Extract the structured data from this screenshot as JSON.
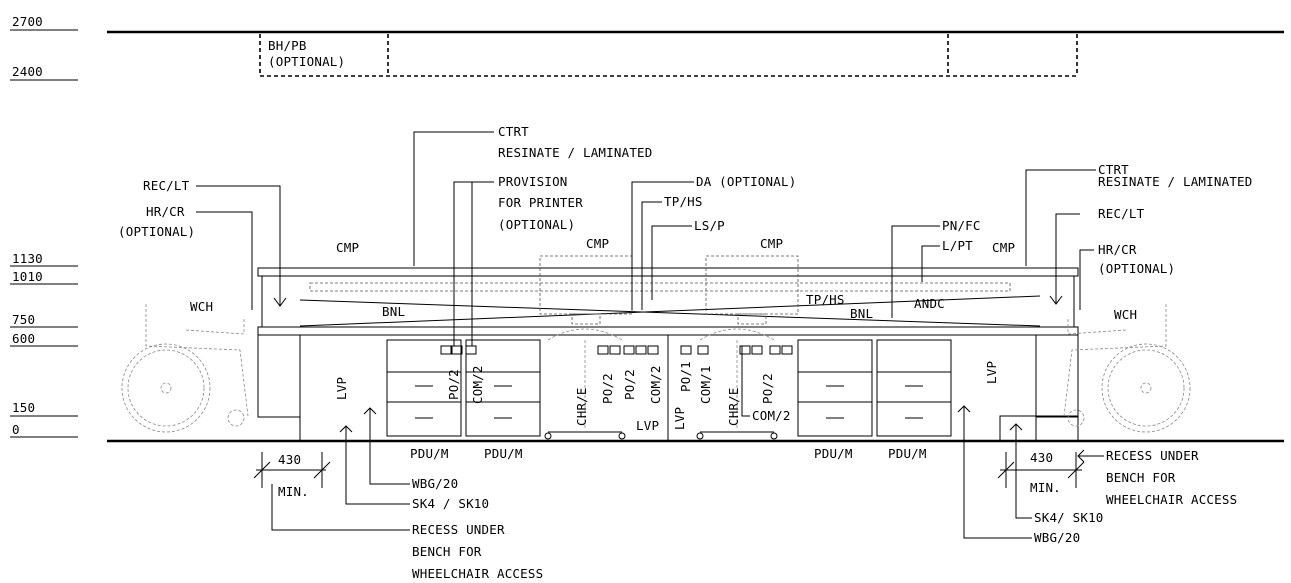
{
  "levels": [
    "2700",
    "2400",
    "1130",
    "1010",
    "750",
    "600",
    "150",
    "0"
  ],
  "callouts": {
    "bh_pb": "BH/PB",
    "bh_pb_optional": "(OPTIONAL)",
    "ctrt_top": "CTRT",
    "ctrt_top_sub": "RESINATE / LAMINATED",
    "ctrt_right": "CTRT",
    "ctrt_right_sub": "RESINATE / LAMINATED",
    "rec_lt_left": "REC/LT",
    "hr_cr_left": "HR/CR",
    "hr_cr_left_opt": "(OPTIONAL)",
    "provision_1": "PROVISION",
    "provision_2": "FOR PRINTER",
    "provision_3": "(OPTIONAL)",
    "da": "DA (OPTIONAL)",
    "tp_hs_top": "TP/HS",
    "ls_p": "LS/P",
    "pn_fc": "PN/FC",
    "l_pt": "L/PT",
    "rec_lt_right": "REC/LT",
    "hr_cr_right": "HR/CR",
    "hr_cr_right_opt": "(OPTIONAL)"
  },
  "labels": {
    "cmp": [
      "CMP",
      "CMP",
      "CMP",
      "CMP"
    ],
    "wch_left": "WCH",
    "wch_right": "WCH",
    "bnl_left": "BNL",
    "bnl_right": "BNL",
    "tp_hs_mid": "TP/HS",
    "andc": "ANDC",
    "lvp": [
      "LVP",
      "LVP",
      "LVP",
      "LVP"
    ],
    "po2": [
      "PO/2",
      "PO/2",
      "PO/2",
      "PO/2"
    ],
    "com2": [
      "COM/2",
      "COM/2"
    ],
    "po1": "PO/1",
    "com1": "COM/1",
    "chr_e": [
      "CHR/E",
      "CHR/E"
    ],
    "com2_callout": "COM/2",
    "pdu_m": [
      "PDU/M",
      "PDU/M",
      "PDU/M",
      "PDU/M"
    ]
  },
  "bottom": {
    "dim_left": "430",
    "min_left": "MIN.",
    "dim_right": "430",
    "min_right": "MIN.",
    "wbg_left": "WBG/20",
    "sk_left": "SK4 / SK10",
    "recess_left_1": "RECESS UNDER",
    "recess_left_2": "BENCH FOR",
    "recess_left_3": "WHEELCHAIR ACCESS",
    "recess_right_1": "RECESS UNDER",
    "recess_right_2": "BENCH FOR",
    "recess_right_3": "WHEELCHAIR ACCESS",
    "sk_right": "SK4/ SK10",
    "wbg_right": "WBG/20"
  }
}
